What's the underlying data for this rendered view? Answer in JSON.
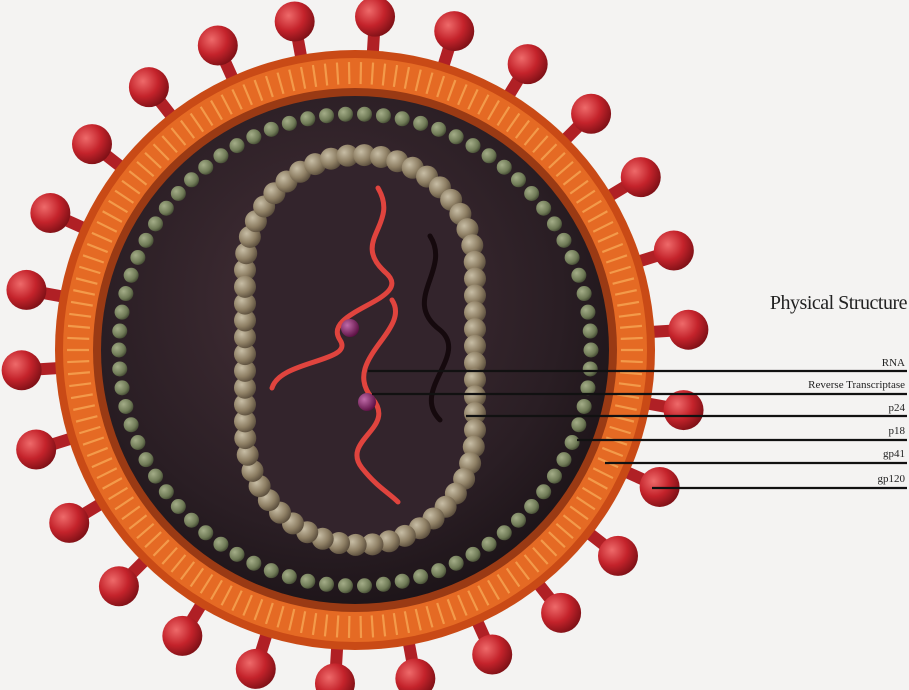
{
  "diagram": {
    "title": "Physical Structure",
    "labels": [
      "RNA",
      "Reverse Transcriptase",
      "p24",
      "p18",
      "gp41",
      "gp120"
    ]
  },
  "colors": {
    "background": "#f4f3f2",
    "spike_head": "#c4232b",
    "membrane_outer": "#dd5a1c",
    "membrane_inner": "#f08a3a",
    "matrix_bead": "#6f7a56",
    "capsid_bead": "#8f8065",
    "core_fill": "#2a1e24",
    "rna_strand": "#e0443e",
    "enzyme": "#7a1a5a",
    "leader_line": "#111111"
  }
}
